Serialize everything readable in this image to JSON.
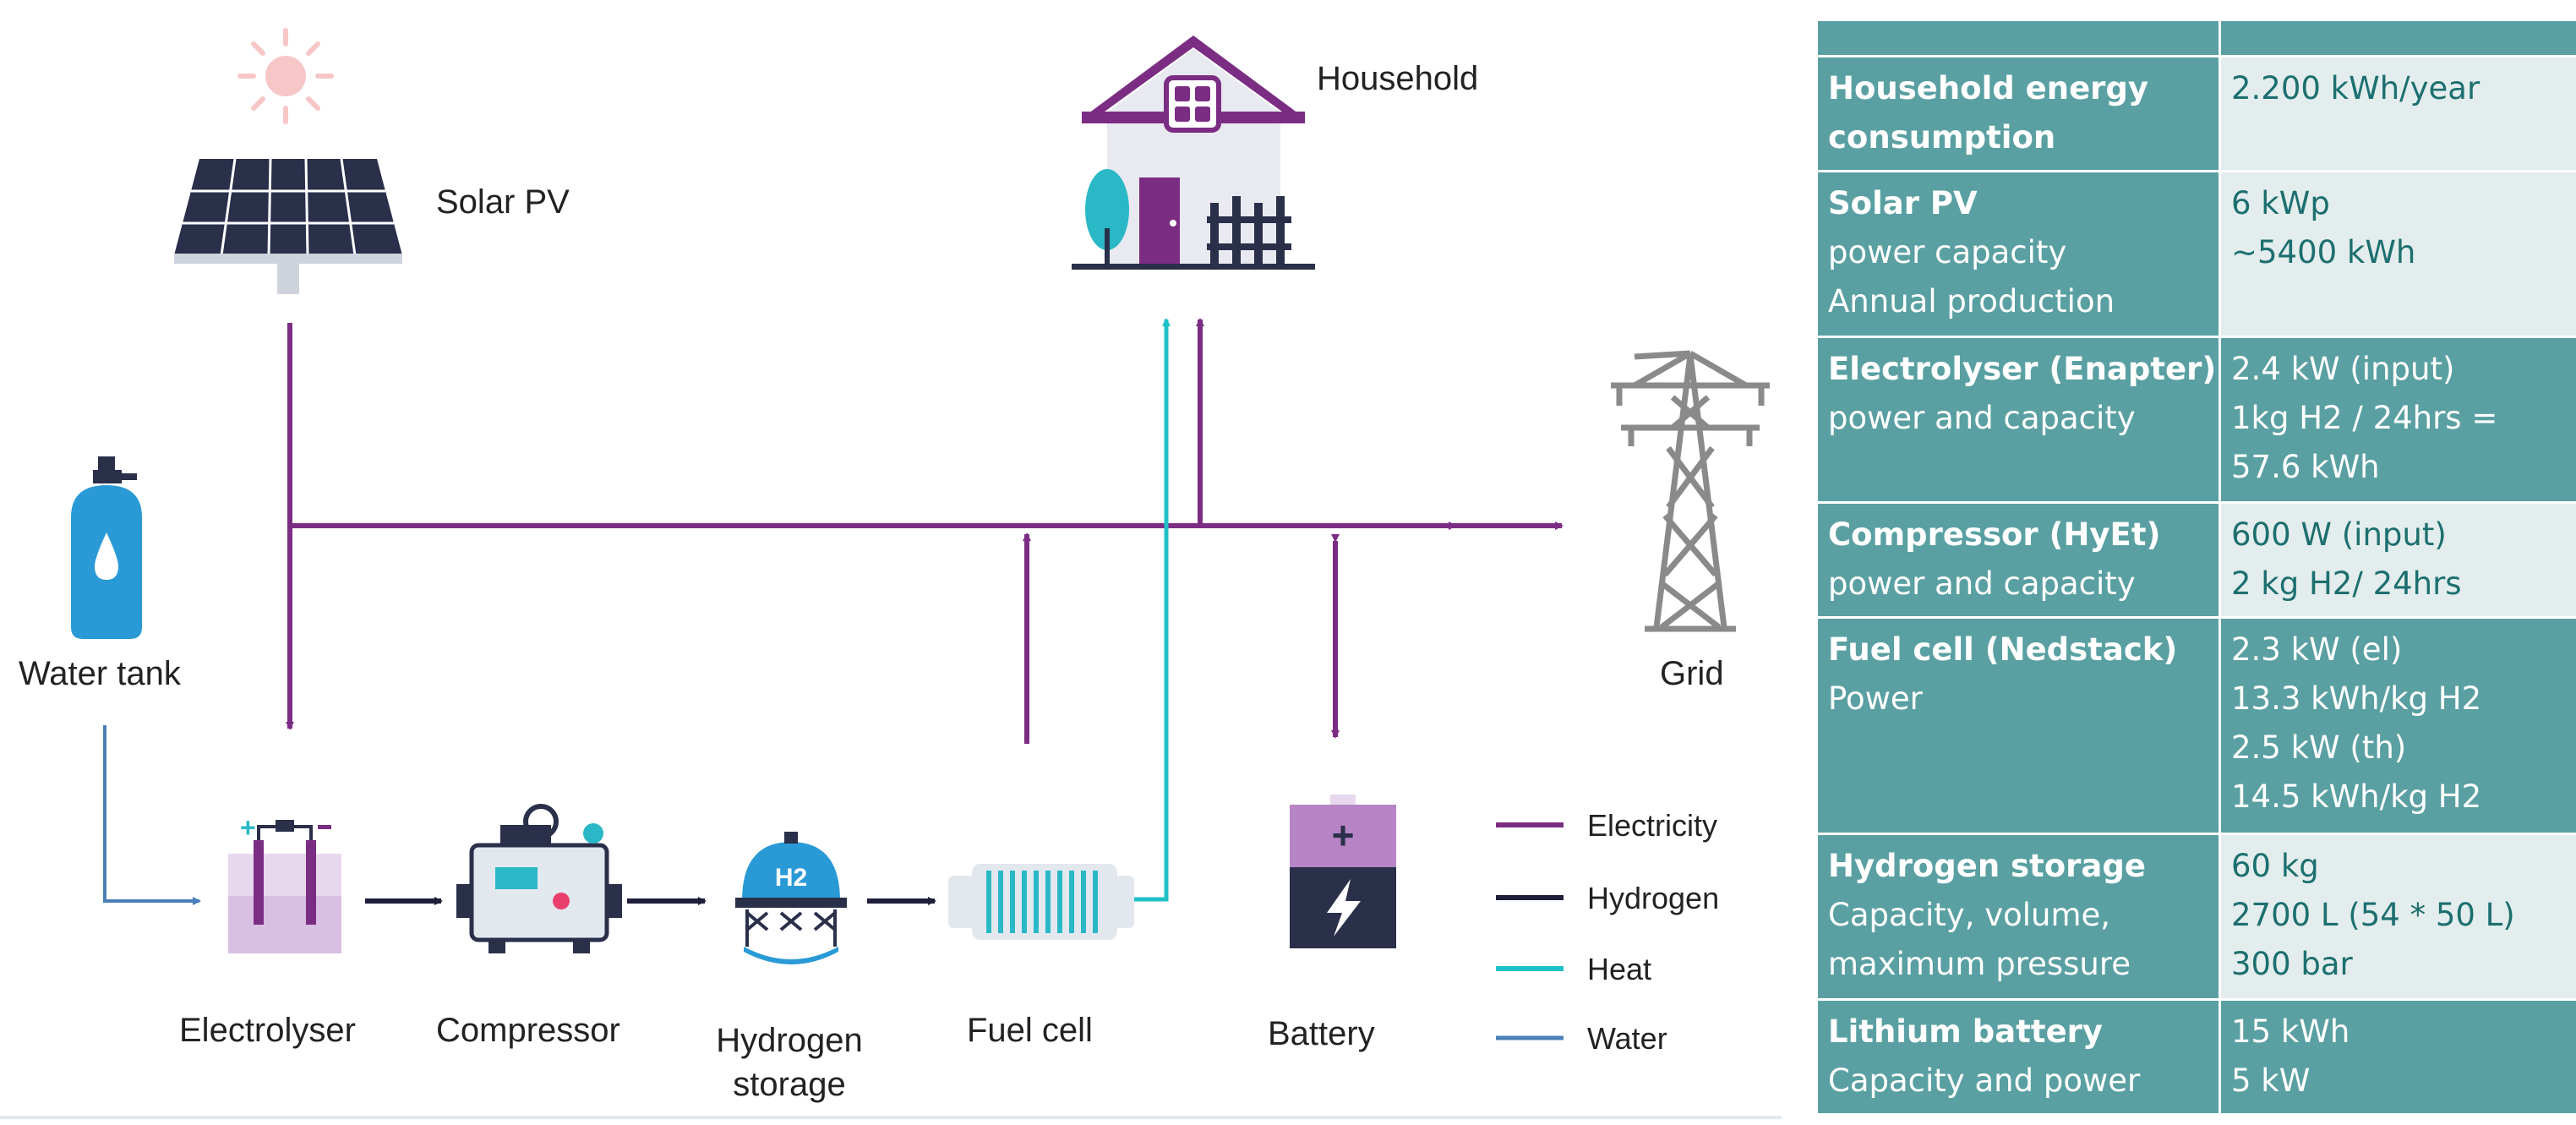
{
  "diagram": {
    "nodes": {
      "solar_pv": "Solar PV",
      "household": "Household",
      "grid": "Grid",
      "water_tank": "Water tank",
      "electrolyser": "Electrolyser",
      "compressor": "Compressor",
      "hydrogen_storage_l1": "Hydrogen",
      "hydrogen_storage_l2": "storage",
      "fuel_cell": "Fuel cell",
      "battery": "Battery",
      "h2_mark": "H2",
      "plus_mark": "+"
    },
    "legend": [
      {
        "label": "Electricity",
        "color": "#7b2d84"
      },
      {
        "label": "Hydrogen",
        "color": "#1f1f3a"
      },
      {
        "label": "Heat",
        "color": "#1fc0c7"
      },
      {
        "label": "Water",
        "color": "#4a7fb8"
      }
    ],
    "colors": {
      "electricity": "#7b2d84",
      "hydrogen": "#1f1f3a",
      "heat": "#1fc0c7",
      "water": "#4a7fb8",
      "purple_light": "#d8bfe3"
    }
  },
  "table": {
    "rows": [
      {
        "left": [
          {
            "t": "Household energy",
            "b": true
          },
          {
            "t": "consumption",
            "b": true
          }
        ],
        "right": [
          "2.200 kWh/year"
        ]
      },
      {
        "left": [
          {
            "t": "Solar PV",
            "b": true
          },
          {
            "t": "power capacity",
            "b": false
          },
          {
            "t": "Annual production",
            "b": false
          }
        ],
        "right": [
          "6 kWp",
          "~5400 kWh"
        ]
      },
      {
        "left": [
          {
            "t": "Electrolyser (Enapter)",
            "b": true
          },
          {
            "t": "power and capacity",
            "b": false
          }
        ],
        "right": [
          "2.4 kW (input)",
          "1kg H2 / 24hrs =",
          "57.6 kWh"
        ]
      },
      {
        "left": [
          {
            "t": "Compressor (HyEt)",
            "b": true
          },
          {
            "t": "power and capacity",
            "b": false
          }
        ],
        "right": [
          "600 W (input)",
          "2 kg H2/ 24hrs"
        ]
      },
      {
        "left": [
          {
            "t": "Fuel cell (Nedstack)",
            "b": true
          },
          {
            "t": "Power",
            "b": false
          }
        ],
        "right": [
          "2.3 kW (el)",
          "13.3 kWh/kg H2",
          "2.5 kW (th)",
          "14.5 kWh/kg H2"
        ]
      },
      {
        "left": [
          {
            "t": "Hydrogen storage",
            "b": true
          },
          {
            "t": "Capacity, volume,",
            "b": false
          },
          {
            "t": "maximum pressure",
            "b": false
          }
        ],
        "right": [
          "60 kg",
          "2700 L (54 * 50 L)",
          "300 bar"
        ]
      },
      {
        "left": [
          {
            "t": "Lithium battery",
            "b": true
          },
          {
            "t": "Capacity and power",
            "b": false
          }
        ],
        "right": [
          "15 kWh",
          " 5 kW"
        ]
      }
    ]
  }
}
